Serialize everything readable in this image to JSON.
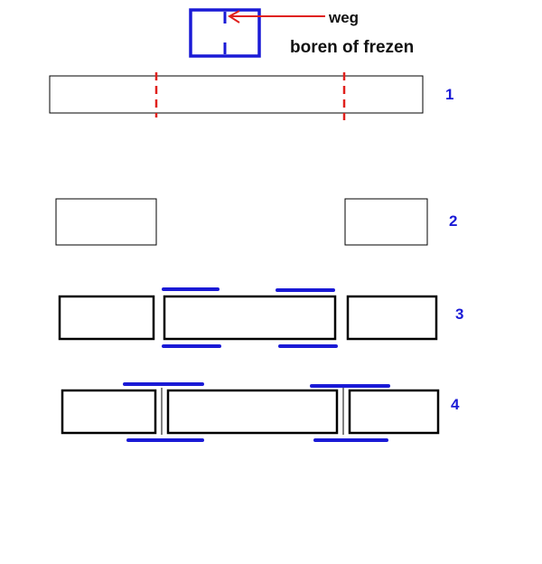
{
  "annotation": {
    "arrow_label": "weg",
    "caption": "boren of frezen"
  },
  "steps": [
    {
      "number": "1"
    },
    {
      "number": "2"
    },
    {
      "number": "3"
    },
    {
      "number": "4"
    }
  ],
  "colors": {
    "outline": "#000000",
    "cut_marks": "#e0201c",
    "arrow": "#e0201c",
    "connectors": "#1a1ad6",
    "step_numbers": "#1a1ad6",
    "legend_box": "#1a1ad6",
    "text": "#111111"
  }
}
